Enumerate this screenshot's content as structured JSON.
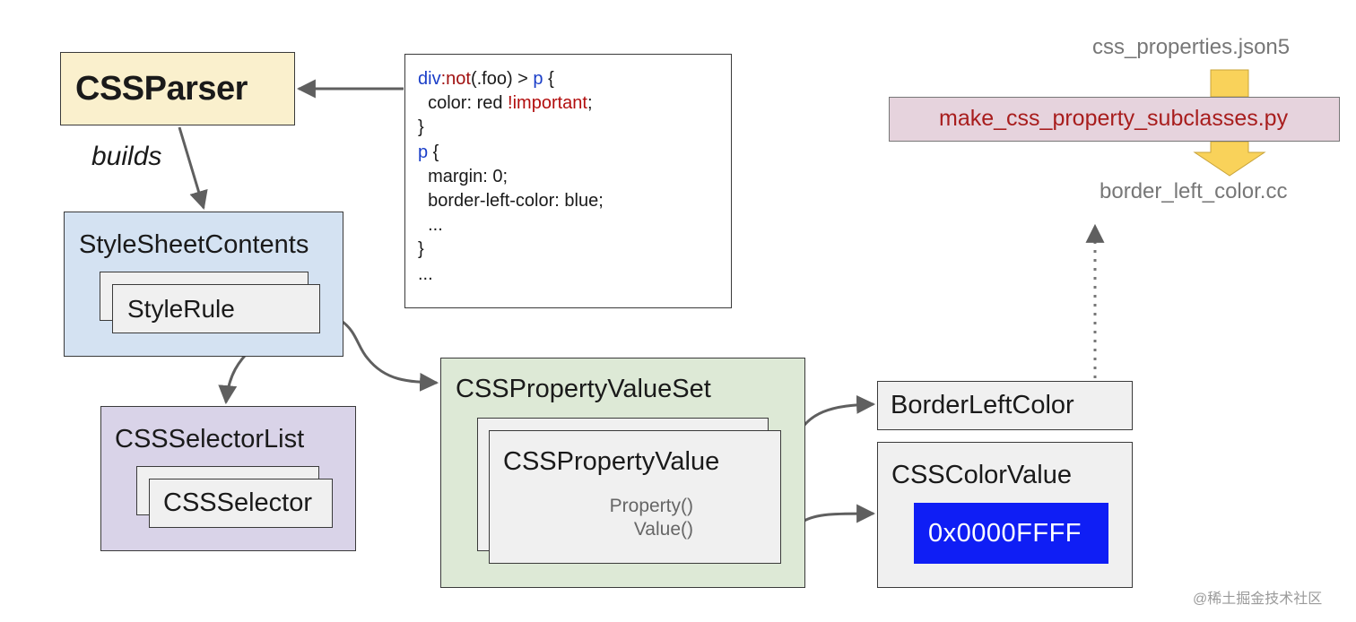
{
  "parser": {
    "label": "CSSParser"
  },
  "builds_label": "builds",
  "code": {
    "selector_line": {
      "div": "div",
      "not": ":not",
      "rest": "(.foo) > ",
      "p": "p",
      "brace": " {"
    },
    "color_line": {
      "prop": "  color: red ",
      "important": "!important",
      "semi": ";"
    },
    "close1": "}",
    "p_line": {
      "p": "p",
      "brace": " {"
    },
    "margin_line": "  margin: 0;",
    "border_line": "  border-left-color: blue;",
    "ellipsis_inner": "  ...",
    "close2": "}",
    "ellipsis_outer": "..."
  },
  "stylesheet": {
    "label": "StyleSheetContents",
    "rule_label": "StyleRule"
  },
  "selector_list": {
    "label": "CSSSelectorList",
    "selector_label": "CSSSelector"
  },
  "property_value_set": {
    "label": "CSSPropertyValueSet",
    "value_label": "CSSPropertyValue",
    "property_accessor": "Property()",
    "value_accessor": "Value()"
  },
  "border_left_color": {
    "label": "BorderLeftColor"
  },
  "color_value": {
    "label": "CSSColorValue",
    "hex": "0x0000FFFF",
    "hex_color": "#0f1ef5"
  },
  "generator": {
    "input": "css_properties.json5",
    "script": "make_css_property_subclasses.py",
    "output": "border_left_color.cc"
  },
  "watermark": "@稀土掘金技术社区",
  "colors": {
    "parser_bg": "#faf0cd",
    "stylesheet_bg": "#d4e2f2",
    "selector_list_bg": "#d9d3e8",
    "property_set_bg": "#dde9d6",
    "script_bg": "#e6d3dd",
    "arrow_yellow": "#f9d25a",
    "keyword_blue": "#1a3ec8",
    "important_red": "#b20e0e"
  }
}
